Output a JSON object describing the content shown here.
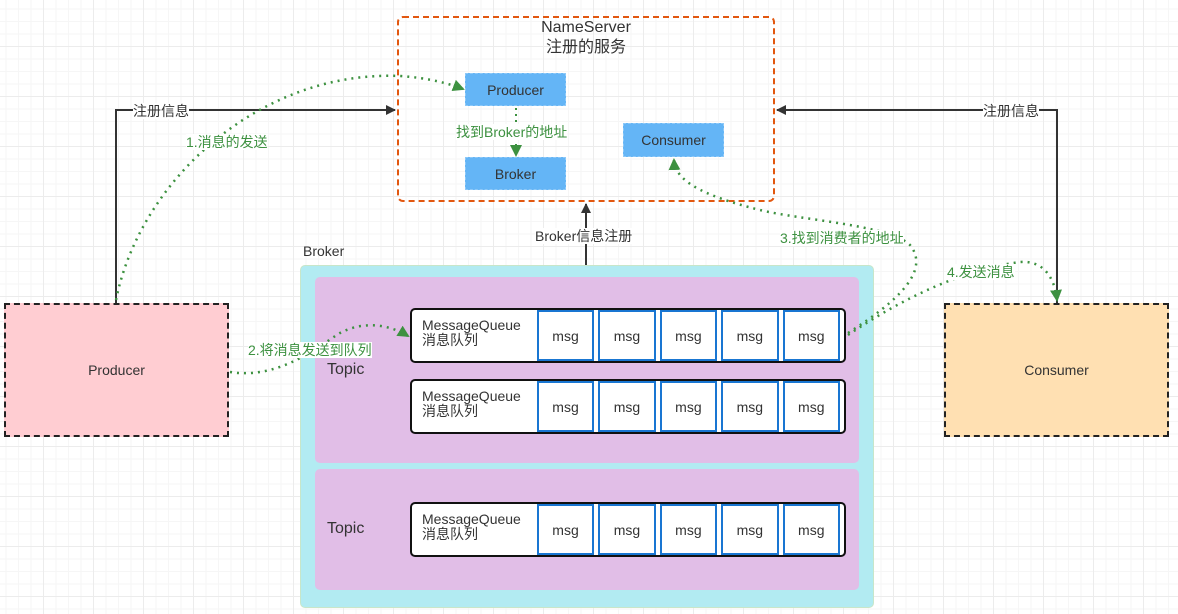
{
  "nameserver": {
    "title": "NameServer",
    "subtitle": "注册的服务",
    "producer_label": "Producer",
    "broker_label": "Broker",
    "consumer_label": "Consumer",
    "inner_link_label": "找到Broker的地址"
  },
  "producer": {
    "label": "Producer"
  },
  "consumer": {
    "label": "Consumer"
  },
  "broker": {
    "label": "Broker",
    "register_label": "Broker信息注册",
    "topics": [
      {
        "label": "Topic",
        "queues": [
          {
            "title": "MessageQueue",
            "subtitle": "消息队列",
            "msgs": [
              "msg",
              "msg",
              "msg",
              "msg",
              "msg"
            ]
          },
          {
            "title": "MessageQueue",
            "subtitle": "消息队列",
            "msgs": [
              "msg",
              "msg",
              "msg",
              "msg",
              "msg"
            ]
          }
        ]
      },
      {
        "label": "Topic",
        "queues": [
          {
            "title": "MessageQueue",
            "subtitle": "消息队列",
            "msgs": [
              "msg",
              "msg",
              "msg",
              "msg",
              "msg"
            ]
          }
        ]
      }
    ]
  },
  "links": {
    "producer_register": "注册信息",
    "consumer_register": "注册信息",
    "step1": "1.消息的发送",
    "step2": "2.将消息发送到队列",
    "step3": "3.找到消费者的地址",
    "step4": "4.发送消息"
  },
  "colors": {
    "nameserver_border": "#e2570f",
    "flow_green": "#3d9140",
    "line_dark": "#333333",
    "inner_blue": "#64b5f6",
    "msg_border": "#1976d2",
    "producer_fill": "#ffcdd2",
    "consumer_fill": "#ffe0b2",
    "broker_fill": "#b2ebf2",
    "topic_fill": "#e1bee7"
  }
}
